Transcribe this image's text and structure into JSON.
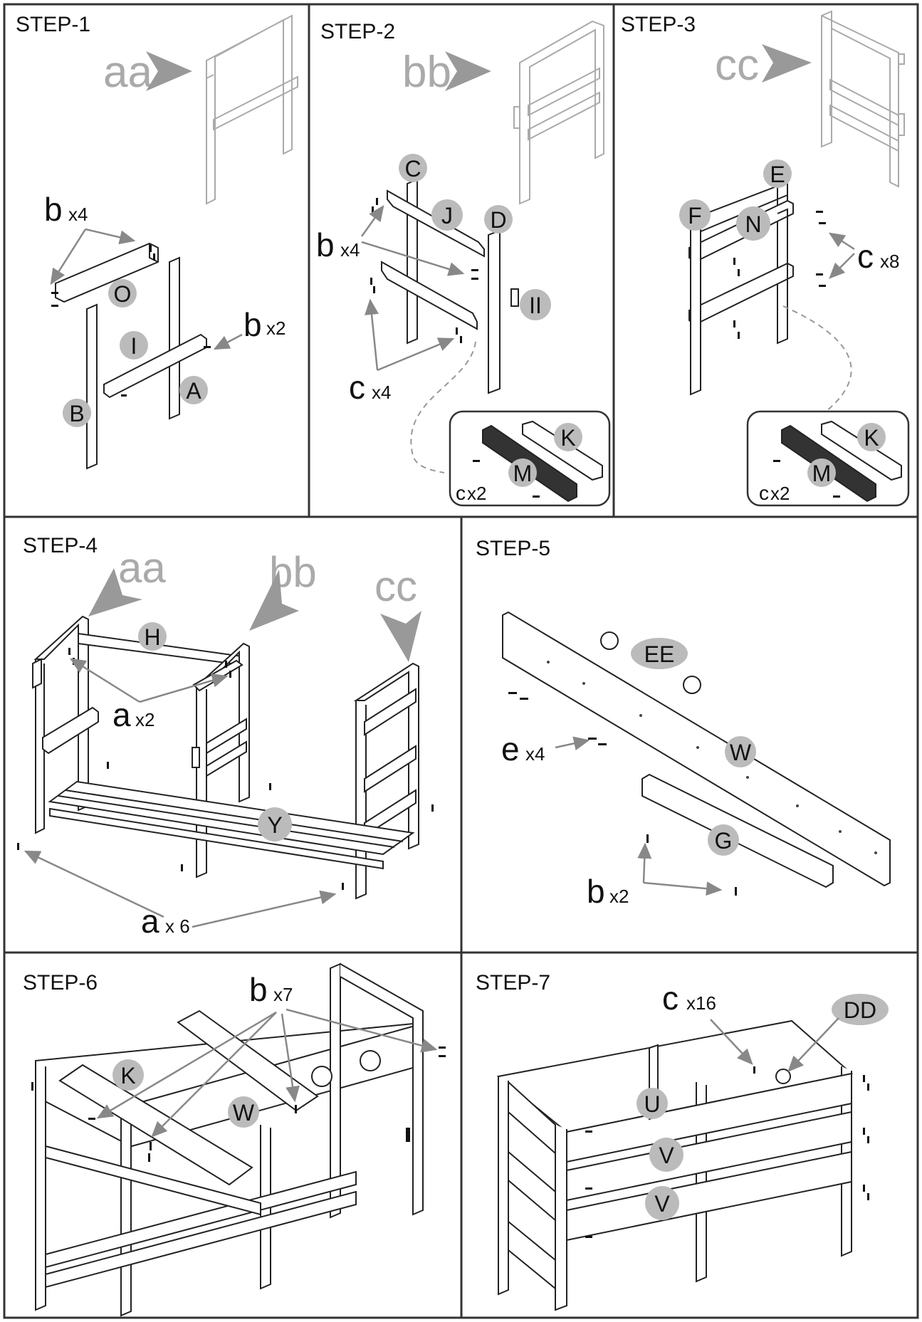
{
  "steps": [
    {
      "title": "STEP-1",
      "labels": {
        "aa": "aa",
        "O": "O",
        "I": "I",
        "A": "A",
        "B": "B"
      },
      "hw": [
        {
          "letter": "b",
          "count": "x4"
        },
        {
          "letter": "b",
          "count": "x2"
        }
      ]
    },
    {
      "title": "STEP-2",
      "labels": {
        "bb": "bb",
        "C": "C",
        "J": "J",
        "D": "D",
        "II": "II",
        "K": "K",
        "M": "M"
      },
      "hw": [
        {
          "letter": "b",
          "count": "x4"
        },
        {
          "letter": "c",
          "count": "x4"
        },
        {
          "letter": "c",
          "count": "x2"
        }
      ]
    },
    {
      "title": "STEP-3",
      "labels": {
        "cc": "cc",
        "E": "E",
        "F": "F",
        "N": "N",
        "K": "K",
        "M": "M"
      },
      "hw": [
        {
          "letter": "c",
          "count": "x8"
        },
        {
          "letter": "c",
          "count": "x2"
        }
      ]
    },
    {
      "title": "STEP-4",
      "labels": {
        "aa": "aa",
        "bb": "bb",
        "cc": "cc",
        "H": "H",
        "Y": "Y"
      },
      "hw": [
        {
          "letter": "a",
          "count": "x2"
        },
        {
          "letter": "a",
          "count": "x 6"
        }
      ]
    },
    {
      "title": "STEP-5",
      "labels": {
        "EE": "EE",
        "W": "W",
        "G": "G"
      },
      "hw": [
        {
          "letter": "e",
          "count": "x4"
        },
        {
          "letter": "b",
          "count": "x2"
        }
      ]
    },
    {
      "title": "STEP-6",
      "labels": {
        "K": "K",
        "W": "W"
      },
      "hw": [
        {
          "letter": "b",
          "count": "x7"
        }
      ]
    },
    {
      "title": "STEP-7",
      "labels": {
        "DD": "DD",
        "U": "U",
        "V1": "V",
        "V2": "V"
      },
      "hw": [
        {
          "letter": "c",
          "count": "x16"
        }
      ]
    }
  ]
}
